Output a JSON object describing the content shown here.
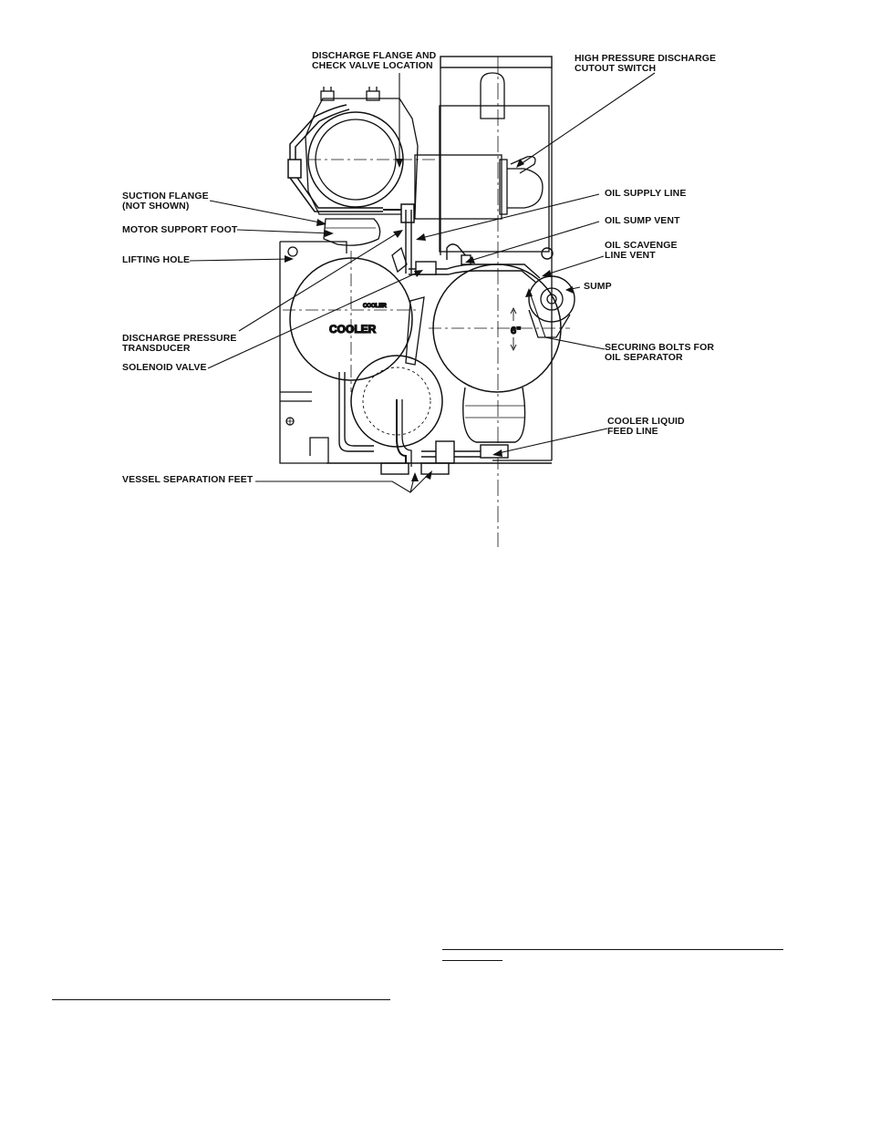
{
  "diagram": {
    "callouts": {
      "discharge_flange": "DISCHARGE FLANGE AND\nCHECK VALVE LOCATION",
      "hp_cutout": "HIGH PRESSURE DISCHARGE\nCUTOUT SWITCH",
      "suction_flange": "SUCTION FLANGE\n(NOT SHOWN)",
      "motor_support": "MOTOR SUPPORT FOOT",
      "lifting_hole": "LIFTING HOLE",
      "oil_supply": "OIL SUPPLY LINE",
      "oil_sump_vent": "OIL SUMP VENT",
      "oil_scavenge": "OIL SCAVENGE\nLINE VENT",
      "sump": "SUMP",
      "discharge_transducer": "DISCHARGE PRESSURE\nTRANSDUCER",
      "solenoid": "SOLENOID VALVE",
      "securing_bolts": "SECURING BOLTS FOR\nOIL SEPARATOR",
      "cooler_feed": "COOLER LIQUID\nFEED LINE",
      "separation_feet": "VESSEL SEPARATION FEET"
    },
    "inner_labels": {
      "cooler": "COOLER",
      "cooler_small": "COOLER",
      "dimension": "6\""
    }
  }
}
